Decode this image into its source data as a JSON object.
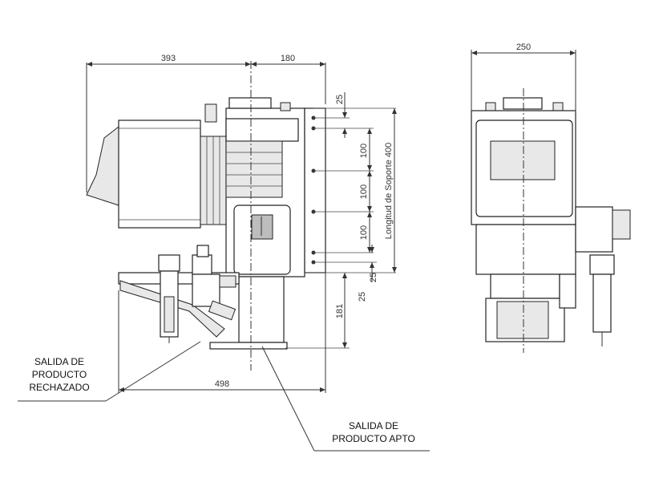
{
  "dimensions": {
    "width_left": "393",
    "width_right": "180",
    "width_front": "250",
    "top_offset": "25",
    "spacing_1": "100",
    "spacing_2": "100",
    "spacing_3": "100",
    "bottom_offset_a": "25",
    "bottom_offset_b": "25",
    "height_lower": "181",
    "total_width": "498",
    "support_length": "Longitud de Soporte 400"
  },
  "callouts": {
    "rejected_line1": "SALIDA DE",
    "rejected_line2": "PRODUCTO",
    "rejected_line3": "RECHAZADO",
    "accepted_line1": "SALIDA DE",
    "accepted_line2": "PRODUCTO APTO"
  }
}
